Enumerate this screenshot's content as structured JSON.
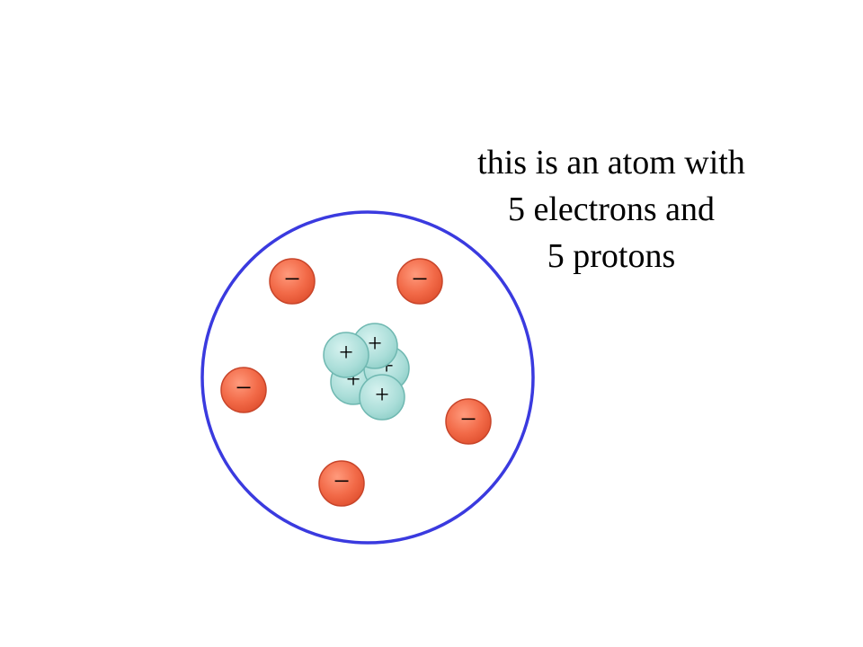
{
  "caption": {
    "line1": "this is an atom with",
    "line2": "5 electrons and",
    "line3": "5 protons"
  },
  "atom": {
    "electron_count": 5,
    "proton_count": 5,
    "electron_symbol": "−",
    "proton_symbol": "+",
    "colors": {
      "shell": "#3a3adf",
      "electron_fill": "#f26a48",
      "electron_stroke": "#c8452a",
      "proton_fill": "#a9ddd8",
      "proton_stroke": "#6fb8b1",
      "sign": "#000000"
    }
  }
}
